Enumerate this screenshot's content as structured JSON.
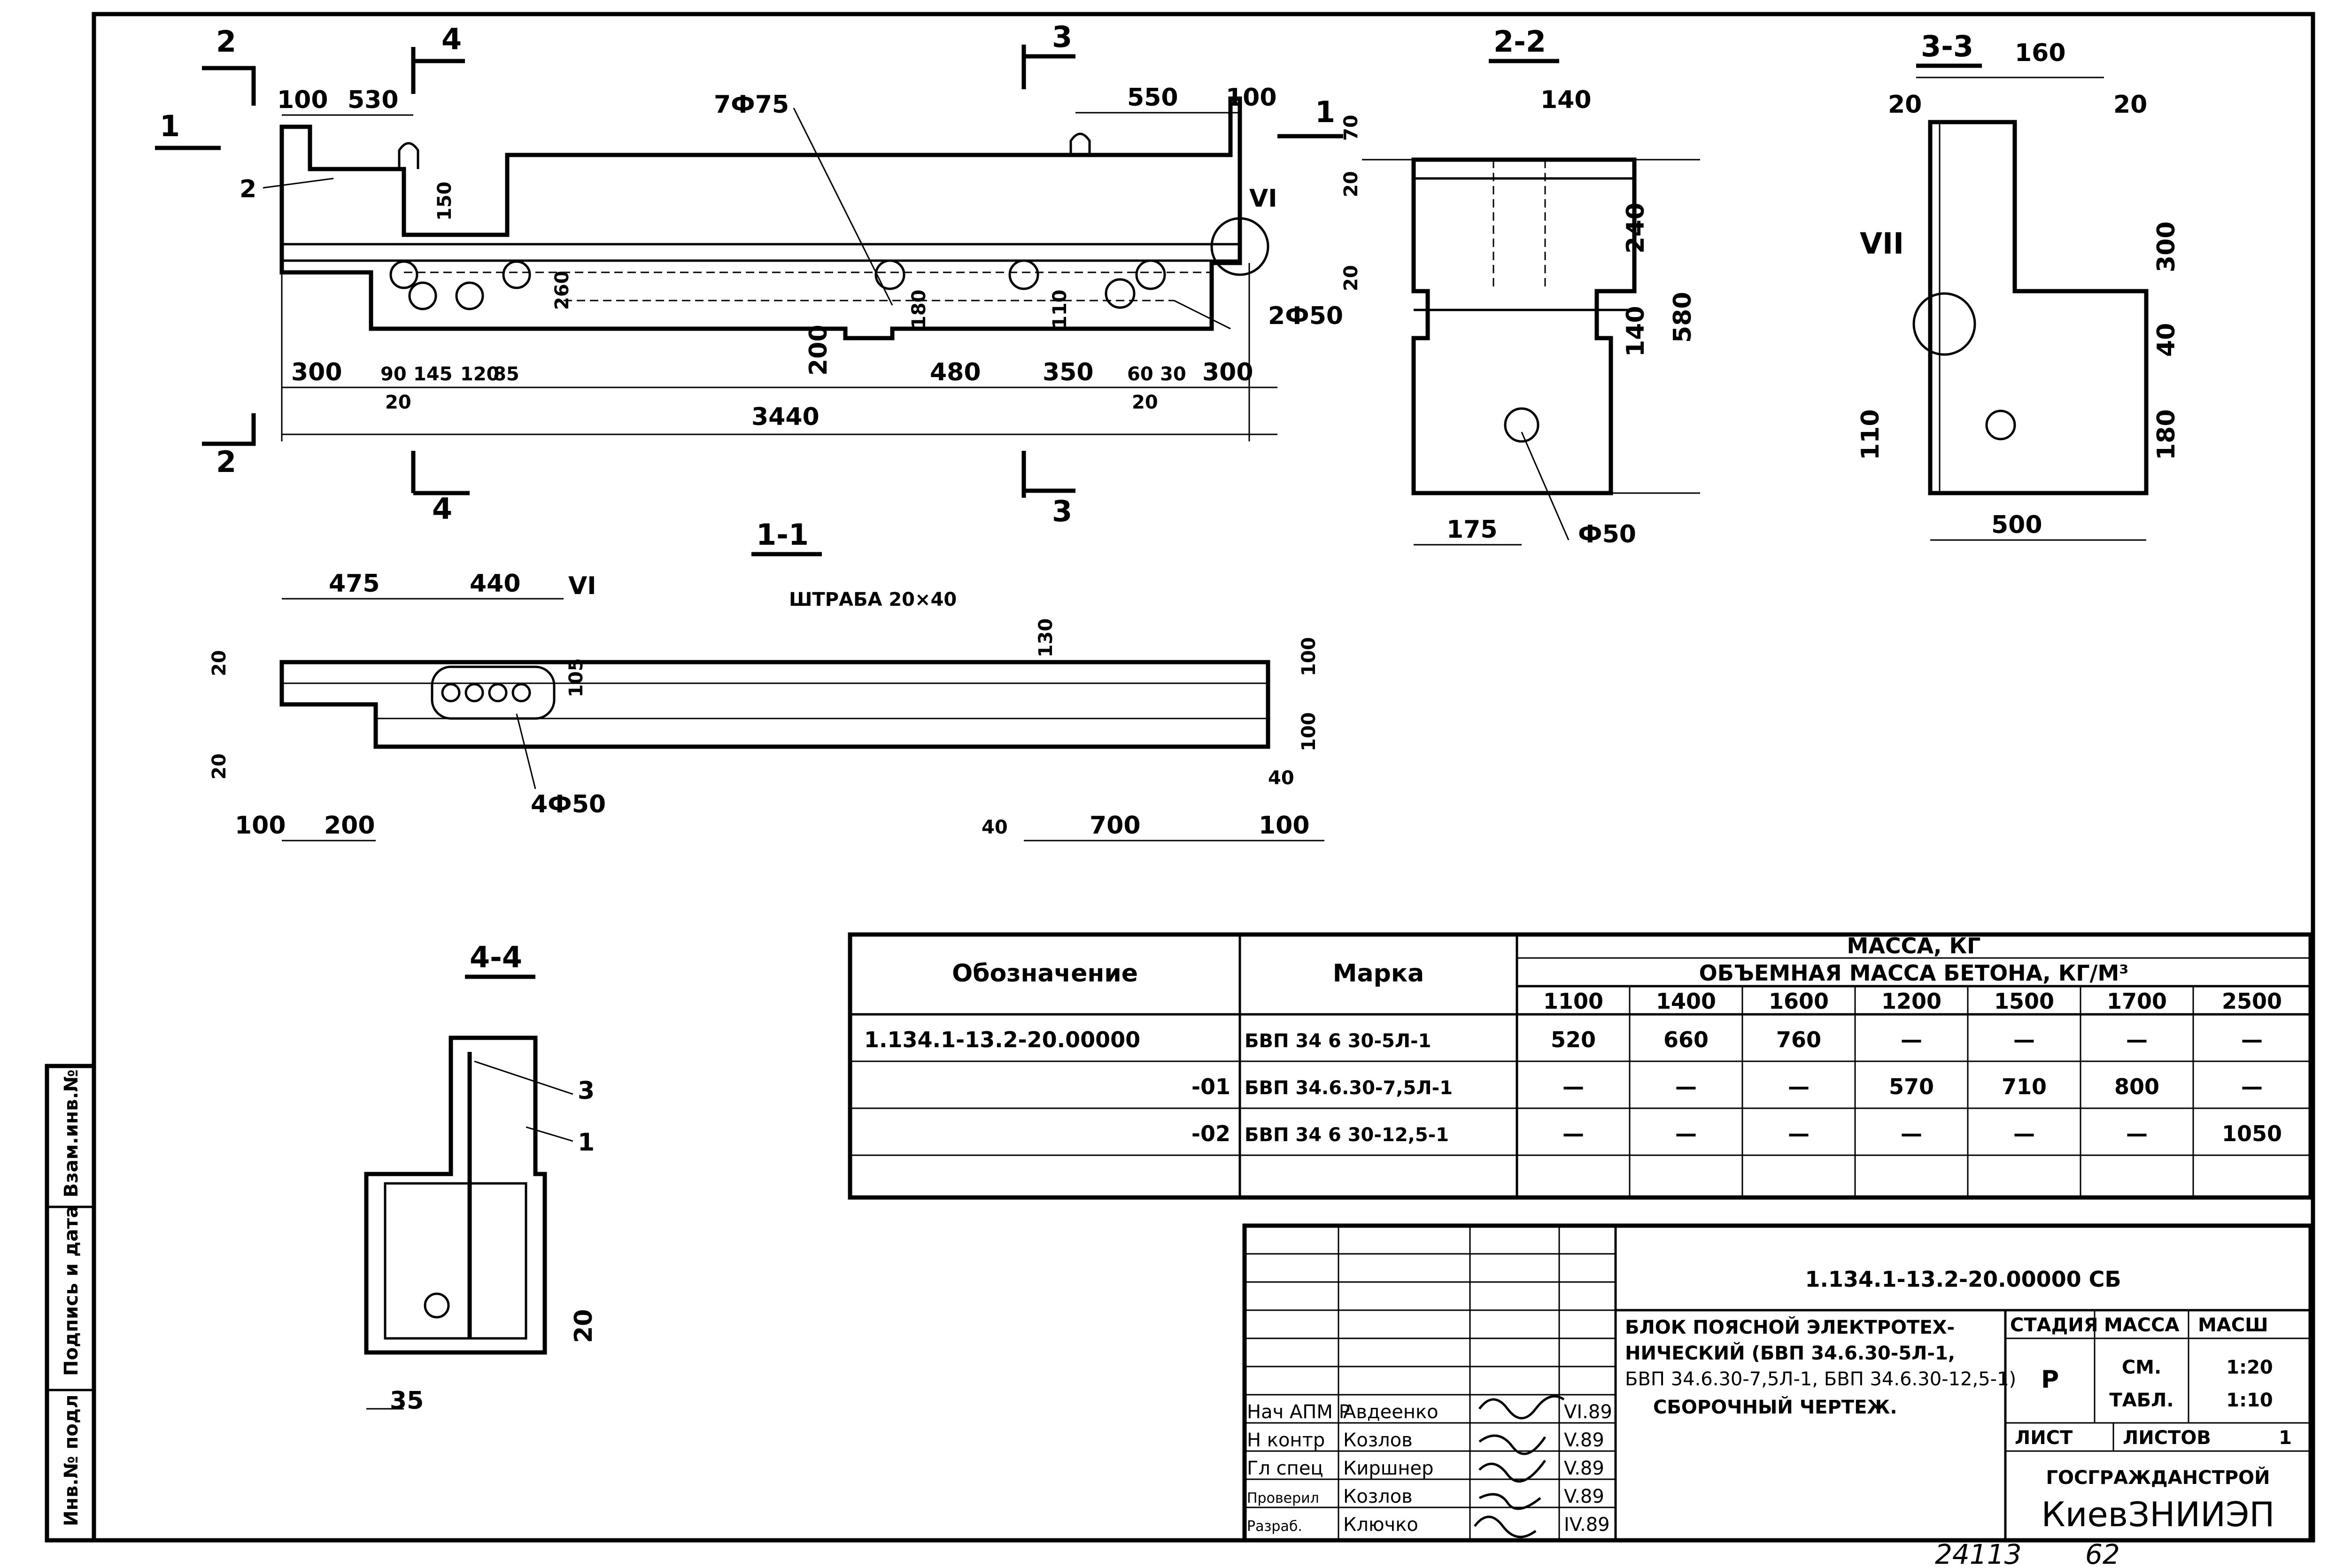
{
  "elevation": {
    "section_marks": [
      "1",
      "2",
      "3",
      "4"
    ],
    "dims_top": [
      "100",
      "530",
      "550",
      "100"
    ],
    "hole_callout": "7Ф75",
    "hole_callout_2": "2Ф50",
    "pos_2": "2",
    "node_vi": "VI",
    "vert_dims": [
      "150",
      "260",
      "180",
      "110",
      "200"
    ],
    "bottom_dims": [
      "300",
      "90",
      "145",
      "120",
      "85",
      "20",
      "480",
      "350",
      "60",
      "30",
      "300",
      "20"
    ],
    "overall": "3440"
  },
  "section_2_2": {
    "title": "2-2",
    "top_dim": "140",
    "left_dims": [
      "70",
      "20",
      "20"
    ],
    "right_dims": [
      "240",
      "140",
      "580"
    ],
    "bottom_dim": "175",
    "hole": "Ф50"
  },
  "section_3_3": {
    "title": "3-3",
    "top_dims": [
      "20",
      "160",
      "20"
    ],
    "node": "VII",
    "right_dims": [
      "300",
      "40",
      "180"
    ],
    "left_dim": "110",
    "bottom_dim": "500"
  },
  "section_1_1": {
    "title": "1-1",
    "dims_top": [
      "475",
      "440"
    ],
    "node": "VI",
    "groove": "ШТРАБА 20×40",
    "groove_dim": "130",
    "left_dims": [
      "20",
      "20"
    ],
    "right_dims": [
      "100",
      "100",
      "40"
    ],
    "inner_dim": "105",
    "holes": "4Ф50",
    "bottom_dims": [
      "100",
      "200",
      "40",
      "700",
      "100"
    ]
  },
  "section_4_4": {
    "title": "4-4",
    "pos": [
      "3",
      "1"
    ],
    "dims": [
      "20",
      "35"
    ]
  },
  "spec_table": {
    "headers": {
      "designation": "Обозначение",
      "mark": "Марка",
      "mass": "МАССА, КГ",
      "density": "ОБЪЕМНАЯ МАССА БЕТОНА, КГ/М³"
    },
    "densities": [
      "1100",
      "1400",
      "1600",
      "1200",
      "1500",
      "1700",
      "2500"
    ],
    "rows": [
      {
        "designation": "1.134.1-13.2-20.00000",
        "mark": "БВП 34 6 30-5Л-1",
        "values": [
          "520",
          "660",
          "760",
          "—",
          "—",
          "—",
          "—"
        ]
      },
      {
        "designation": "-01",
        "mark": "БВП 34.6.30-7,5Л-1",
        "values": [
          "—",
          "—",
          "—",
          "570",
          "710",
          "800",
          "—"
        ]
      },
      {
        "designation": "-02",
        "mark": "БВП 34 6 30-12,5-1",
        "values": [
          "—",
          "—",
          "—",
          "—",
          "—",
          "—",
          "1050"
        ]
      }
    ]
  },
  "title_block": {
    "doc_code": "1.134.1-13.2-20.00000 СБ",
    "title_lines": [
      "БЛОК ПОЯСНОЙ ЭЛЕКТРОТЕХ-",
      "НИЧЕСКИЙ (БВП 34.6.30-5Л-1,",
      "БВП 34.6.30-7,5Л-1, БВП 34.6.30-12,5-1)",
      "СБОРОЧНЫЙ ЧЕРТЕЖ."
    ],
    "stage_label": "СТАДИЯ",
    "mass_label": "МАССА",
    "scale_label": "МАСШ",
    "stage": "Р",
    "mass": "СМ. ТАБЛ.",
    "mass_1": "СМ.",
    "mass_2": "ТАБЛ.",
    "scale": [
      "1:20",
      "1:10"
    ],
    "sheet_label": "ЛИСТ",
    "sheets_label": "ЛИСТОВ",
    "sheets": "1",
    "org1": "ГОСГРАЖДАНСТРОЙ",
    "org2": "КиевЗНИИЭП",
    "signers": [
      {
        "role": "Нач АПМ Р",
        "name": "Авдеенко",
        "date": "VI.89"
      },
      {
        "role": "Н контр",
        "name": "Козлов",
        "date": "V.89"
      },
      {
        "role": "Гл спец",
        "name": "Киршнер",
        "date": "V.89"
      },
      {
        "role": "Проверил",
        "name": "Козлов",
        "date": "V.89"
      },
      {
        "role": "Разраб.",
        "name": "Ключко",
        "date": "IV.89"
      }
    ]
  },
  "side_stamp": [
    "Взам.инв.№",
    "Подпись и дата",
    "Инв.№ подл"
  ],
  "footer": {
    "number": "24113",
    "page": "62"
  }
}
